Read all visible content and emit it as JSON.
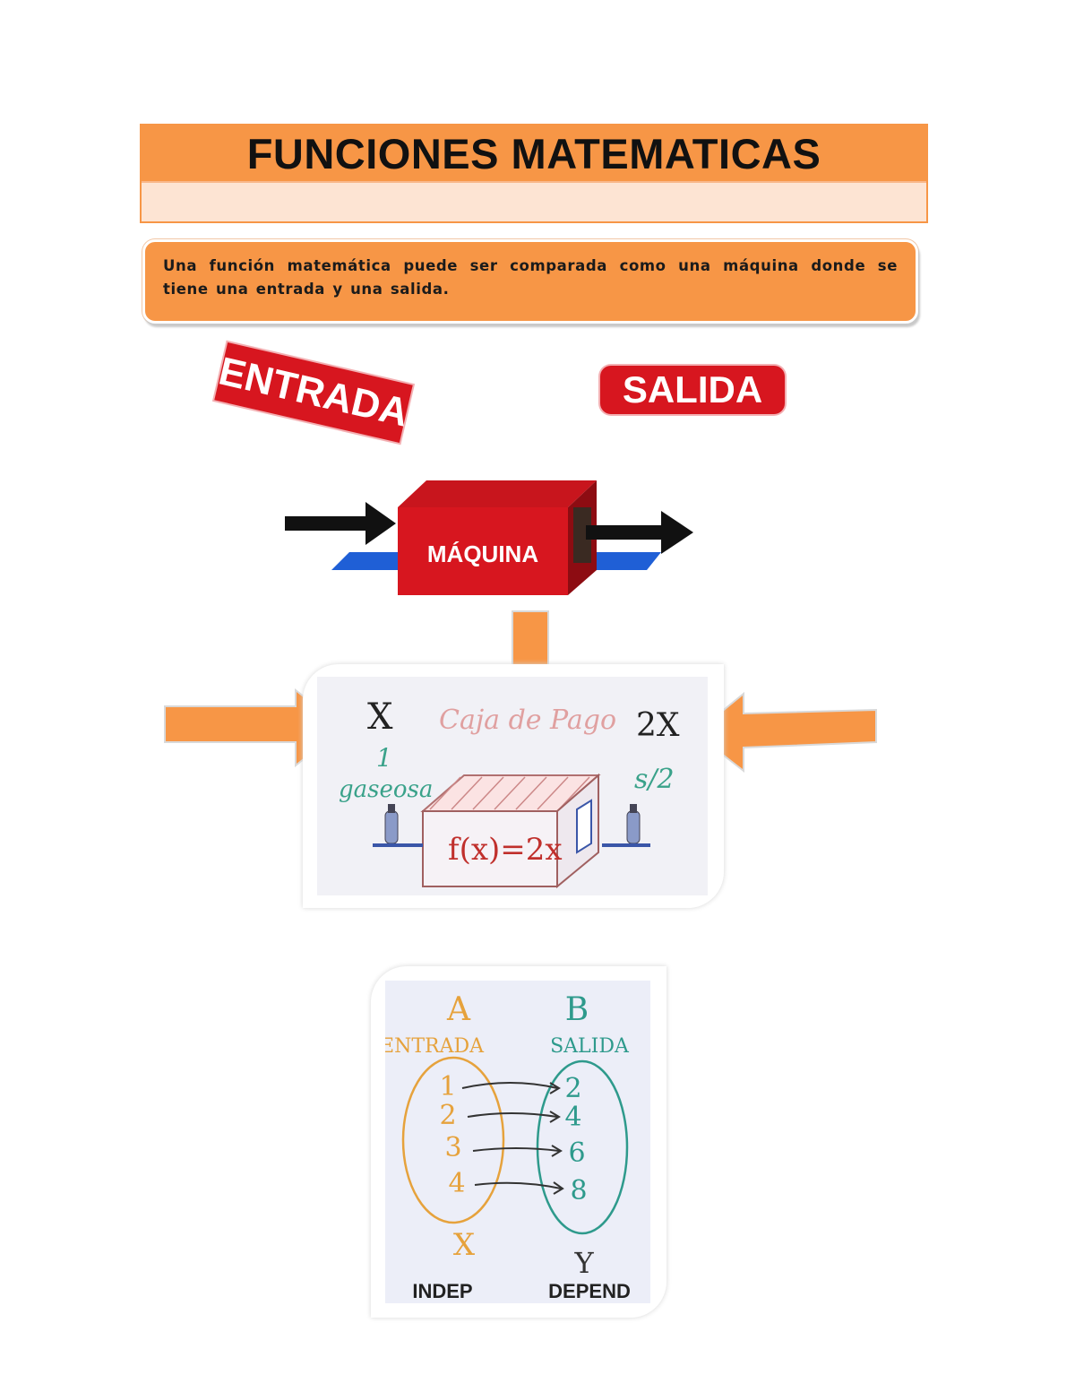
{
  "title": "FUNCIONES MATEMATICAS",
  "definition": "Una función matemática puede ser comparada como una máquina donde se tiene una entrada y una salida.",
  "labels": {
    "entrada": "ENTRADA",
    "salida": "SALIDA",
    "machine": "MÁQUINA"
  },
  "payment_box_image": {
    "input_var": "X",
    "caption": "Caja de Pago",
    "output_var": "2X",
    "input_qty": "1",
    "input_item": "gaseosa",
    "output_value": "s/2",
    "formula": "f(x)=2x"
  },
  "sets_image": {
    "set_a": {
      "name": "A",
      "label": "ENTRADA",
      "elements": [
        "1",
        "2",
        "3",
        "4"
      ],
      "var": "X",
      "type": "INDEP"
    },
    "set_b": {
      "name": "B",
      "label": "SALIDA",
      "elements": [
        "2",
        "4",
        "6",
        "8"
      ],
      "var": "Y",
      "type": "DEPEND"
    }
  },
  "colors": {
    "orange": "#f79646",
    "red": "#d7161f",
    "blue": "#1f5fd6"
  }
}
